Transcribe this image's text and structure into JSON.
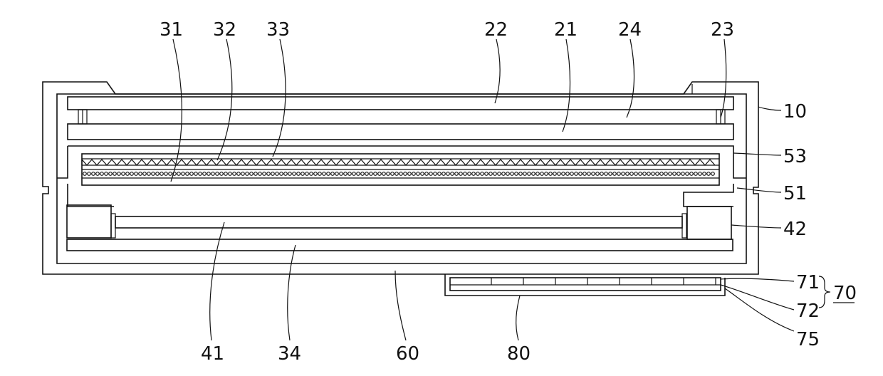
{
  "labels": {
    "l31": "31",
    "l32": "32",
    "l33": "33",
    "l22": "22",
    "l21": "21",
    "l24": "24",
    "l23": "23",
    "l10": "10",
    "l53": "53",
    "l51": "51",
    "l42": "42",
    "l71": "71",
    "l70": "70",
    "l72": "72",
    "l75": "75",
    "l41": "41",
    "l34": "34",
    "l60": "60",
    "l80": "80"
  },
  "colors": {
    "line": "#111111",
    "background": "#ffffff"
  }
}
